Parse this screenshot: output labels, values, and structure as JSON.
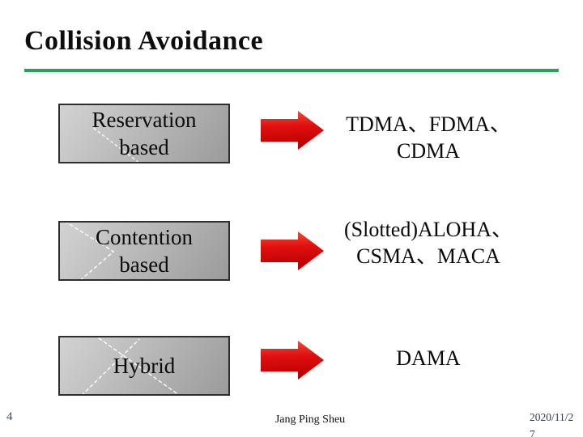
{
  "slide": {
    "title": "Collision Avoidance",
    "rows": [
      {
        "box_lines": [
          "Reservation",
          "based"
        ],
        "result_lines": [
          "TDMA、FDMA、",
          "CDMA"
        ]
      },
      {
        "box_lines": [
          "Contention",
          "based"
        ],
        "result_lines": [
          "(Slotted)ALOHA、",
          "CSMA、MACA"
        ]
      },
      {
        "box_lines": [
          "Hybrid"
        ],
        "result_lines": [
          "DAMA"
        ]
      }
    ],
    "footer": {
      "page_number": "4",
      "author": "Jang Ping Sheu",
      "date_line1": "2020/11/2",
      "date_line2": "7"
    },
    "colors": {
      "rule_green": "#28a05e",
      "arrow_red": "#e00f0f",
      "box_fill_light": "#d3d3d3",
      "box_fill_dark": "#9b9b9b",
      "box_border": "#2e2e2e",
      "title_color": "#0d0d0d",
      "footer_accent": "#3f4e63",
      "date_color": "#2e3d52"
    }
  }
}
